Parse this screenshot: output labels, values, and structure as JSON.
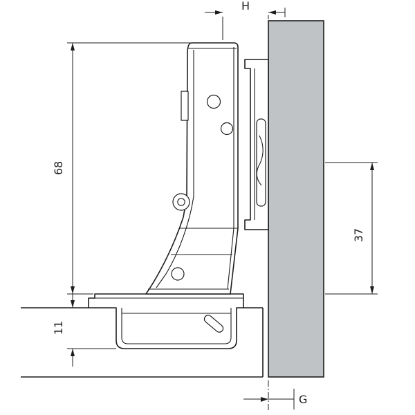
{
  "drawing": {
    "description": "technical side-section drawing of a concealed cabinet hinge mounted between a door and a cabinet side panel",
    "labels": {
      "h": "H",
      "height": "68",
      "plate": "37",
      "depth": "11",
      "gap": "G"
    },
    "colors": {
      "line": "#1d1d1b",
      "panel": "#bfc3c6",
      "part": "#ffffff",
      "background": "#ffffff"
    }
  }
}
